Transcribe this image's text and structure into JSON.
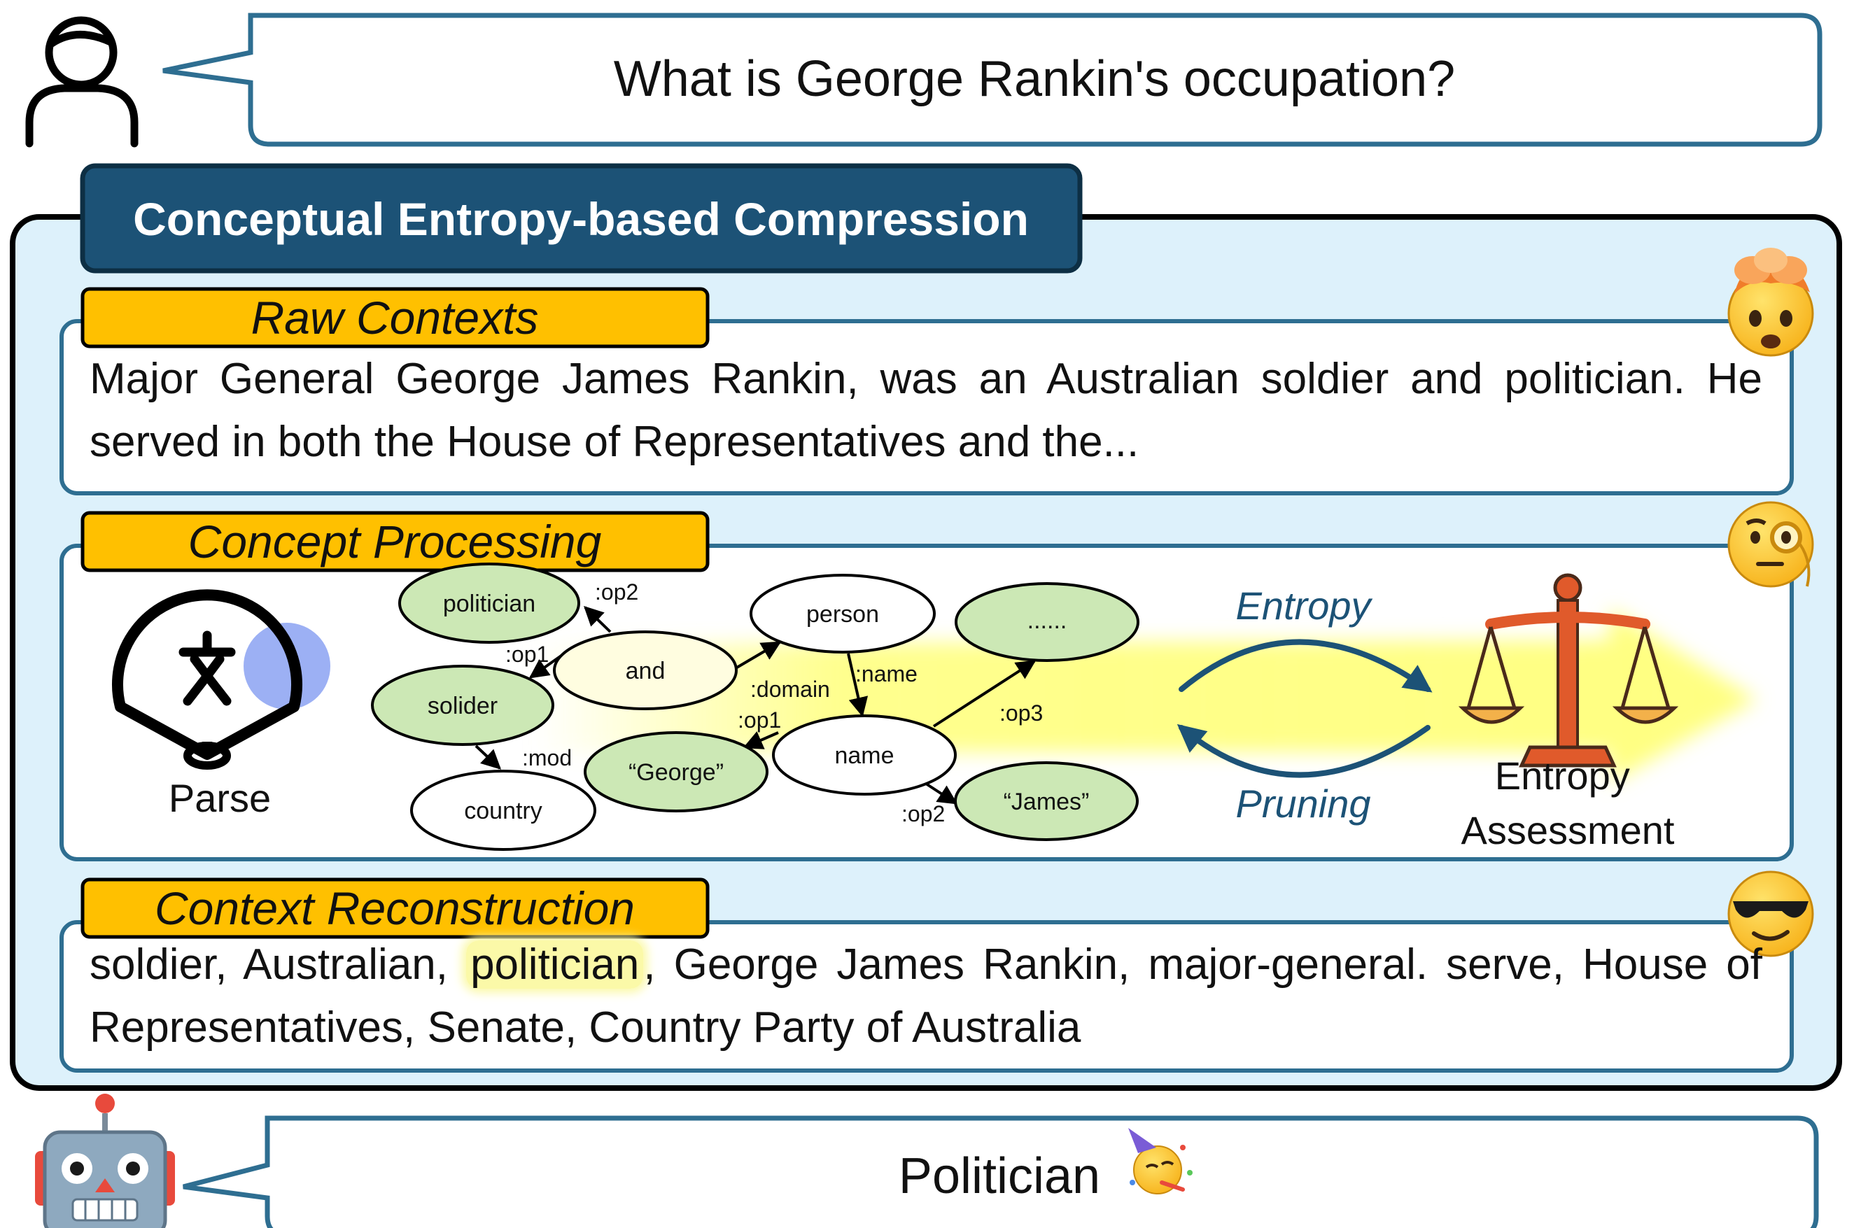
{
  "question": "What is George Rankin's occupation?",
  "main_title": "Conceptual Entropy-based Compression",
  "sections": {
    "raw": {
      "title": "Raw Contexts",
      "text": "Major General George James Rankin, was an Australian soldier and politician. He served in both the House of Representatives and the..."
    },
    "concept": {
      "title": "Concept Processing",
      "parse_label": "Parse",
      "entropy_label": "Entropy",
      "pruning_label": "Pruning",
      "assessment_label": "Entropy Assessment"
    },
    "recon": {
      "title": "Context Reconstruction",
      "text_before": "soldier, Australian, ",
      "text_highlight": "politician",
      "text_after": ", George James Rankin, major-general. serve, House of Representatives, Senate, Country Party of Australia"
    }
  },
  "graph": {
    "nodes": {
      "politician": "politician",
      "and": "and",
      "person": "person",
      "dots": "......",
      "solider": "solider",
      "george": "“George”",
      "name": "name",
      "country": "country",
      "james": "“James”"
    },
    "edges": {
      "op2_top": ":op2",
      "op1_top": ":op1",
      "domain": ":domain",
      "name": ":name",
      "op1_mid": ":op1",
      "op3": ":op3",
      "mod": ":mod",
      "op2_bot": ":op2"
    }
  },
  "answer": "Politician",
  "icons": [
    "user-icon",
    "robot-icon",
    "exploding-head-emoji",
    "monocle-face-emoji",
    "sunglasses-face-emoji",
    "party-face-emoji",
    "parse-logo-icon",
    "scales-icon"
  ],
  "colors": {
    "dark_blue": "#1c5276",
    "border_blue": "#2e6e91",
    "panel_bg": "#ddf1fb",
    "tab_orange": "#ffc000",
    "node_green": "#cce8b5"
  }
}
